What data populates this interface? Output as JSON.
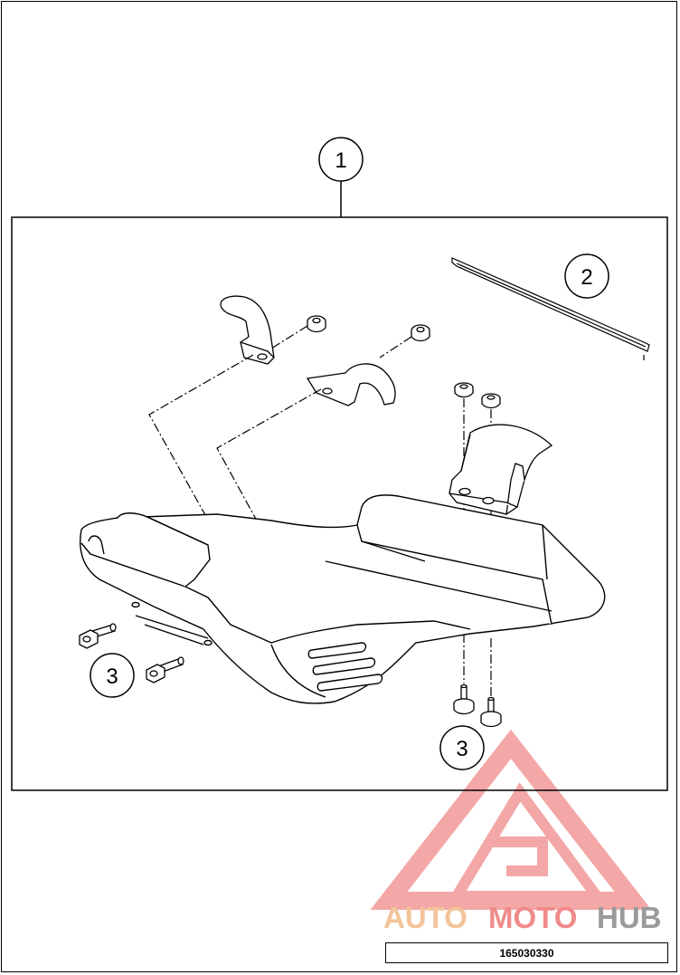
{
  "callouts": {
    "kit": "1",
    "strip": "2",
    "screws_left": "3",
    "screws_right": "3"
  },
  "part_number": "165030330",
  "watermark": {
    "text_part1": "AUTO",
    "text_part2": "MOTO",
    "text_part3": "HUB",
    "color_auto": "#f3c39a",
    "color_moto": "#f08a8a",
    "color_hub": "#9a9a9a",
    "logo_color": "#f08a8a"
  }
}
